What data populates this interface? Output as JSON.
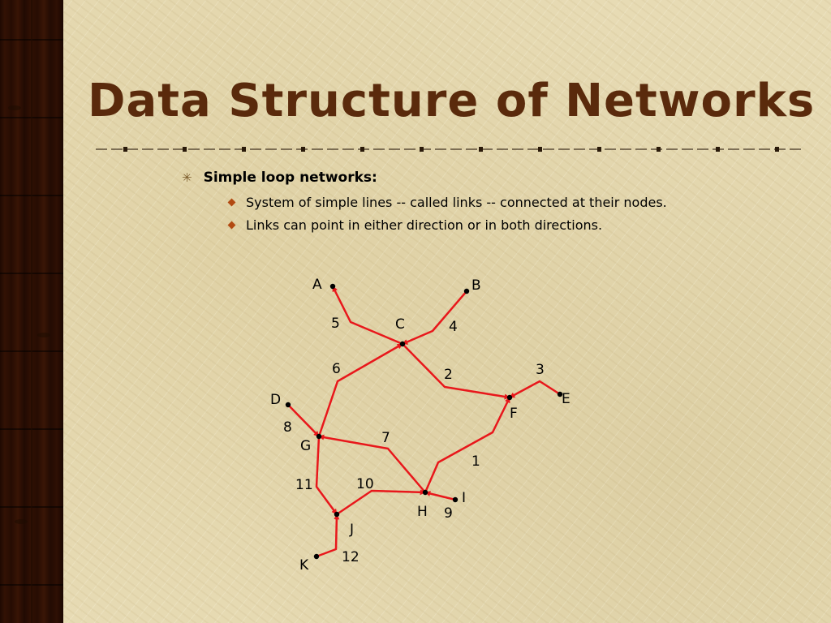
{
  "slide": {
    "title": "Data Structure of Networks",
    "bullet": "Simple loop networks:",
    "subbullets": [
      "System of simple lines -- called links -- connected at their nodes.",
      " Links can point in either direction or in both directions."
    ]
  },
  "colors": {
    "title": "#5a2a0c",
    "link": "#e8171b",
    "node": "#000000",
    "subbullet_marker": "#b24a12"
  },
  "network": {
    "nodes": [
      {
        "id": "A",
        "label": "A"
      },
      {
        "id": "B",
        "label": "B"
      },
      {
        "id": "C",
        "label": "C"
      },
      {
        "id": "D",
        "label": "D"
      },
      {
        "id": "E",
        "label": "E"
      },
      {
        "id": "F",
        "label": "F"
      },
      {
        "id": "G",
        "label": "G"
      },
      {
        "id": "H",
        "label": "H"
      },
      {
        "id": "I",
        "label": "I"
      },
      {
        "id": "J",
        "label": "J"
      },
      {
        "id": "K",
        "label": "K"
      }
    ],
    "links": [
      {
        "label": "1",
        "from": "H",
        "to": "F"
      },
      {
        "label": "2",
        "from": "C",
        "to": "F"
      },
      {
        "label": "3",
        "from": "E",
        "to": "F"
      },
      {
        "label": "4",
        "from": "B",
        "to": "C"
      },
      {
        "label": "5",
        "from": "C",
        "to": "A"
      },
      {
        "label": "6",
        "from": "G",
        "to": "C"
      },
      {
        "label": "7",
        "from": "H",
        "to": "G"
      },
      {
        "label": "8",
        "from": "D",
        "to": "G"
      },
      {
        "label": "9",
        "from": "I",
        "to": "H"
      },
      {
        "label": "10",
        "from": "J",
        "to": "H"
      },
      {
        "label": "11",
        "from": "G",
        "to": "J"
      },
      {
        "label": "12",
        "from": "K",
        "to": "J"
      }
    ]
  }
}
